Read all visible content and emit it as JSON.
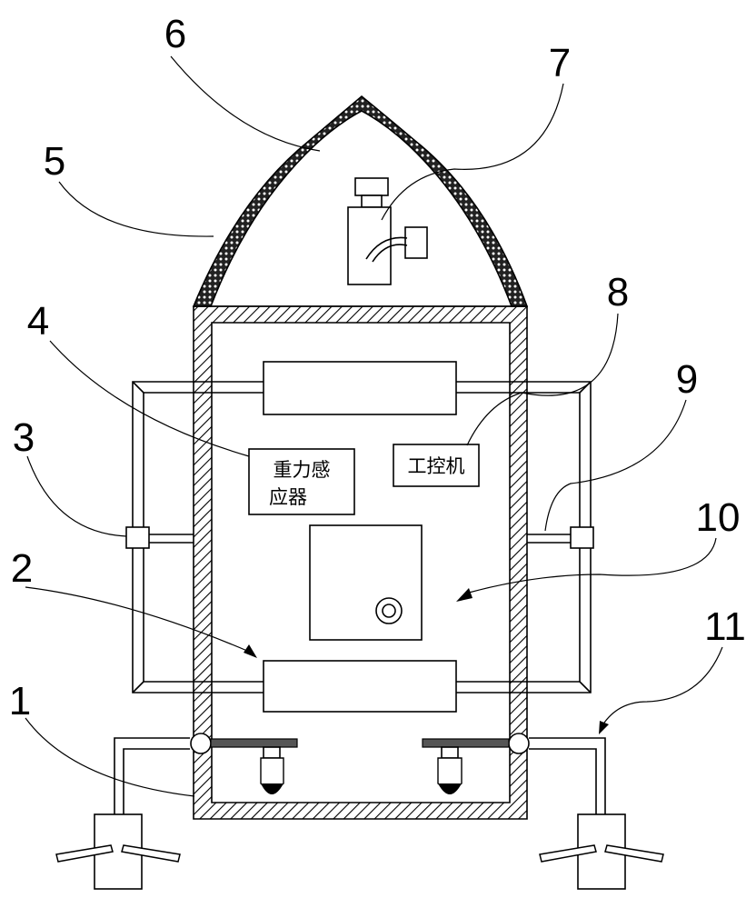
{
  "diagram": {
    "callouts": [
      {
        "id": "1",
        "text": "1"
      },
      {
        "id": "2",
        "text": "2"
      },
      {
        "id": "3",
        "text": "3"
      },
      {
        "id": "4",
        "text": "4"
      },
      {
        "id": "5",
        "text": "5"
      },
      {
        "id": "6",
        "text": "6"
      },
      {
        "id": "7",
        "text": "7"
      },
      {
        "id": "8",
        "text": "8"
      },
      {
        "id": "9",
        "text": "9"
      },
      {
        "id": "10",
        "text": "10"
      },
      {
        "id": "11",
        "text": "11"
      }
    ],
    "boxes": {
      "gravity_sensor": {
        "line1": "重力感",
        "line2": "应器"
      },
      "industrial_pc": {
        "label": "工控机"
      }
    }
  }
}
